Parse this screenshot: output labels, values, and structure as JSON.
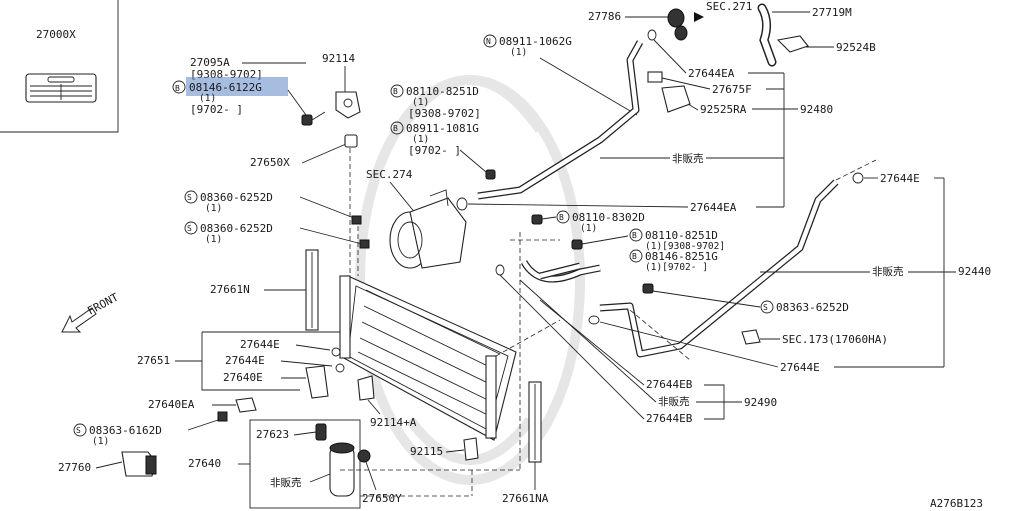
{
  "diagram_id": "A276B123",
  "direction_label": "FRONT",
  "not_for_sale": "非販売",
  "highlight_color": "#5f86c7",
  "labels": {
    "p27000x": "27000X",
    "p27095a": "27095A",
    "p9308_9702_a": "[9308-9702]",
    "b08146_6122g": "08146-6122G",
    "qty1_a": "(1)",
    "p9702_a": "[9702-    ]",
    "p92114": "92114",
    "p27650x": "27650X",
    "b08110_8251d": "08110-8251D",
    "qty1_b": "(1)",
    "p9308_9702_b": "[9308-9702]",
    "b08911_1081g": "08911-1081G",
    "qty1_c": "(1)",
    "p9702_b": "[9702-    ]",
    "n08911_1062g": "08911-1062G",
    "qty1_d": "(1)",
    "p27786": "27786",
    "sec271": "SEC.271",
    "p27719m": "27719M",
    "p92524b": "92524B",
    "p27644ea_a": "27644EA",
    "p27675f": "27675F",
    "p92525ra": "92525RA",
    "p92480": "92480",
    "sec274": "SEC.274",
    "p27644ea_b": "27644EA",
    "s08360_6252d_a": "08360-6252D",
    "qty1_e": "(1)",
    "s08360_6252d_b": "08360-6252D",
    "qty1_f": "(1)",
    "b08110_8302d": "08110-8302D",
    "qty1_g": "(1)",
    "b08110_8251d_b": "08110-8251D",
    "qty1_range_a": "(1)[9308-9702]",
    "b08146_8251g": "08146-8251G",
    "qty1_range_b": "(1)[9702-   ]",
    "p27644e_a": "27644E",
    "p92440": "92440",
    "p27661n": "27661N",
    "s08363_6252d": "08363-6252D",
    "sec173": "SEC.173(17060HA)",
    "p27644e_b": "27644E",
    "p27651": "27651",
    "p27644e_c": "27644E",
    "p27644e_d": "27644E",
    "p27640e": "27640E",
    "p27640ea": "27640EA",
    "p27644eb_a": "27644EB",
    "p92490": "92490",
    "p27644eb_b": "27644EB",
    "s08363_6162d": "08363-6162D",
    "qty1_h": "(1)",
    "p92114a": "92114+A",
    "p27623": "27623",
    "p92115": "92115",
    "p27760": "27760",
    "p27640": "27640",
    "p27650y": "27650Y",
    "p27661na": "27661NA"
  }
}
